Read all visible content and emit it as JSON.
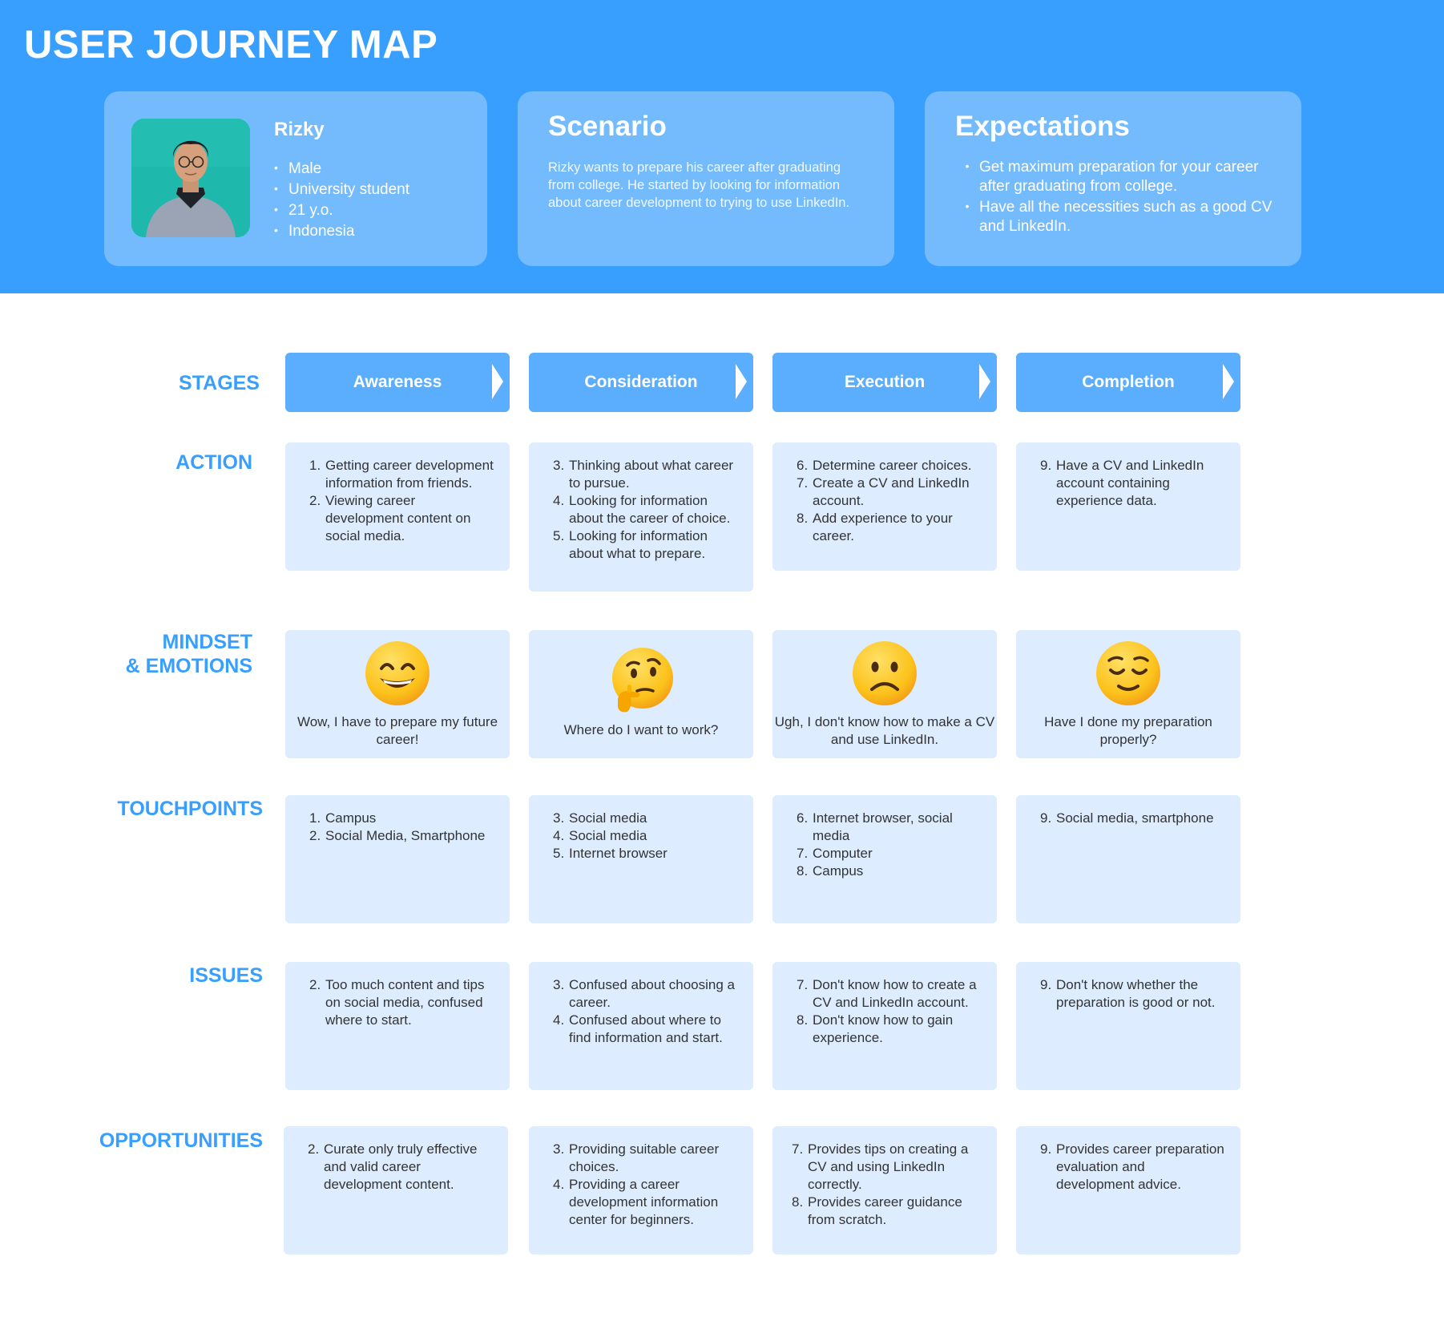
{
  "title": "USER JOURNEY MAP",
  "persona": {
    "name": "Rizky",
    "traits": [
      "Male",
      "University student",
      "21 y.o.",
      "Indonesia"
    ]
  },
  "scenario": {
    "title": "Scenario",
    "text": "Rizky wants to prepare his career after graduating from college. He started by looking for information about career development to trying to use LinkedIn."
  },
  "expectations": {
    "title": "Expectations",
    "items": [
      "Get maximum preparation for your career after graduating from college.",
      "Have all the necessities such as a good CV and LinkedIn."
    ]
  },
  "row_labels": {
    "stages": "STAGES",
    "action": "ACTION",
    "mindset": "MINDSET\n& EMOTIONS",
    "touchpoints": "TOUCHPOINTS",
    "issues": "ISSUES",
    "opportunities": "OPPORTUNITIES"
  },
  "stages": [
    "Awareness",
    "Consideration",
    "Execution",
    "Completion"
  ],
  "actions": [
    [
      {
        "n": "1.",
        "t": "Getting career development information from friends."
      },
      {
        "n": "2.",
        "t": "Viewing career development content on social media."
      }
    ],
    [
      {
        "n": "3.",
        "t": "Thinking about what career to pursue."
      },
      {
        "n": "4.",
        "t": "Looking for information about the career of choice."
      },
      {
        "n": "5.",
        "t": "Looking for information about what to prepare."
      }
    ],
    [
      {
        "n": "6.",
        "t": "Determine career choices."
      },
      {
        "n": "7.",
        "t": "Create a CV and LinkedIn account."
      },
      {
        "n": "8.",
        "t": "Add experience to your career."
      }
    ],
    [
      {
        "n": "9.",
        "t": "Have a CV and LinkedIn account containing experience data."
      }
    ]
  ],
  "emotions": [
    {
      "icon": "grinning-face-icon",
      "text": "Wow, I have to prepare my future career!"
    },
    {
      "icon": "thinking-face-icon",
      "text": "Where do I want to work?"
    },
    {
      "icon": "frowning-face-icon",
      "text": "Ugh, I don't know how to make a CV and use LinkedIn."
    },
    {
      "icon": "relieved-face-icon",
      "text": "Have I done my preparation properly?"
    }
  ],
  "touchpoints": [
    [
      {
        "n": "1.",
        "t": "Campus"
      },
      {
        "n": "2.",
        "t": "Social Media, Smartphone"
      }
    ],
    [
      {
        "n": "3.",
        "t": "Social media"
      },
      {
        "n": "4.",
        "t": "Social media"
      },
      {
        "n": "5.",
        "t": "Internet browser"
      }
    ],
    [
      {
        "n": "6.",
        "t": "Internet browser, social media"
      },
      {
        "n": "7.",
        "t": "Computer"
      },
      {
        "n": "8.",
        "t": "Campus"
      }
    ],
    [
      {
        "n": "9.",
        "t": "Social media, smartphone"
      }
    ]
  ],
  "issues": [
    [
      {
        "n": "2.",
        "t": "Too much content and tips on social media, confused where to start."
      }
    ],
    [
      {
        "n": "3.",
        "t": "Confused about choosing a career."
      },
      {
        "n": "4.",
        "t": "Confused about where to find information and start."
      }
    ],
    [
      {
        "n": "7.",
        "t": "Don't know how to create a CV and LinkedIn account."
      },
      {
        "n": "8.",
        "t": "Don't know how to gain experience."
      }
    ],
    [
      {
        "n": "9.",
        "t": "Don't know whether the preparation is good or not."
      }
    ]
  ],
  "opportunities": [
    [
      {
        "n": "2.",
        "t": "Curate only truly effective and valid career development content."
      }
    ],
    [
      {
        "n": "3.",
        "t": "Providing suitable career choices."
      },
      {
        "n": "4.",
        "t": "Providing a career development information center for beginners."
      }
    ],
    [
      {
        "n": "7.",
        "t": "Provides tips on creating a CV and using LinkedIn correctly."
      },
      {
        "n": "8.",
        "t": "Provides career guidance from scratch."
      }
    ],
    [
      {
        "n": "9.",
        "t": "Provides career preparation evaluation and development advice."
      }
    ]
  ],
  "colors": {
    "header": "#389ffe",
    "card": "#74bbfd",
    "stage": "#5aaefd",
    "cell": "#ddedff",
    "label": "#389ffe"
  }
}
